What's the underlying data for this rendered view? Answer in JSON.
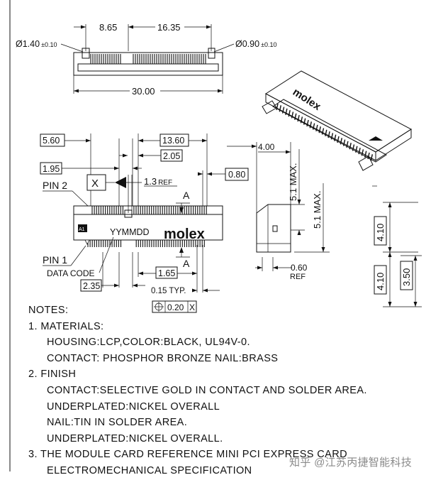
{
  "dims": {
    "d865": "8.65",
    "d1635": "16.35",
    "hole_left": "Ø1.40",
    "hole_left_tol": "±0.10",
    "hole_right": "Ø0.90",
    "hole_right_tol": "±0.10",
    "d3000": "30.00",
    "d560": "5.60",
    "d1360": "13.60",
    "d205": "2.05",
    "d195": "1.95",
    "d13ref": "1.3",
    "ref": "REF",
    "d080": "0.80",
    "pin2": "PIN 2",
    "datum_x": "X",
    "section_a": "A",
    "data_code_text": "YYMMDD",
    "logo_text": "molex",
    "pin1": "PIN 1",
    "data_code_label": "DATA CODE",
    "d165": "1.65",
    "d235": "2.35",
    "d015": "0.15 TYP.",
    "tol_value": "0.20",
    "tol_datum": "X",
    "d400": "4.00",
    "d51max_a": "5.1 MAX.",
    "d51max_b": "5.1 MAX.",
    "d060": "0.60",
    "d410a": "4.10",
    "d410b": "4.10",
    "d350": "3.50",
    "a1": "A1"
  },
  "notes": [
    {
      "text": "NOTES:",
      "cls": "hd"
    },
    {
      "text": "1. MATERIALS:",
      "cls": "hd"
    },
    {
      "text": "HOUSING:LCP,COLOR:BLACK, UL94V-0.",
      "cls": "ind"
    },
    {
      "text": "CONTACT: PHOSPHOR BRONZE NAIL:BRASS",
      "cls": "ind"
    },
    {
      "text": "2. FINISH",
      "cls": "hd"
    },
    {
      "text": "CONTACT:SELECTIVE GOLD IN CONTACT AND SOLDER AREA.",
      "cls": "ind"
    },
    {
      "text": "UNDERPLATED:NICKEL OVERALL",
      "cls": "ind"
    },
    {
      "text": "NAIL:TIN IN SOLDER AREA.",
      "cls": "ind"
    },
    {
      "text": "UNDERPLATED:NICKEL OVERALL.",
      "cls": "ind"
    },
    {
      "text": "3. THE MODULE CARD REFERENCE MINI PCI EXPRESS CARD",
      "cls": "hd"
    },
    {
      "text": "ELECTROMECHANICAL SPECIFICATION",
      "cls": "ind"
    }
  ],
  "watermark": "知乎 @江苏丙捷智能科技"
}
